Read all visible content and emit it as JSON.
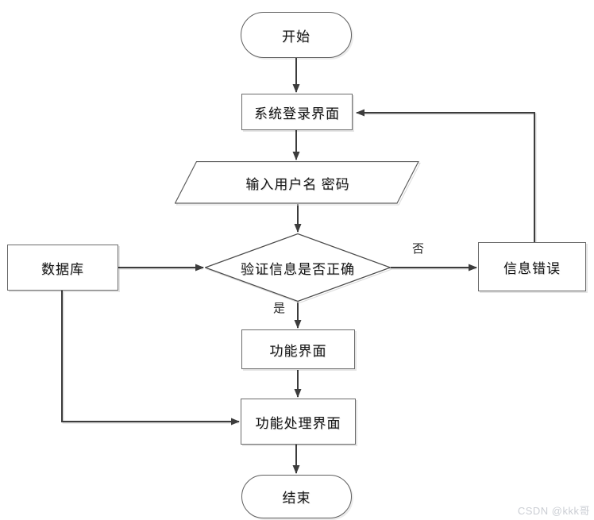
{
  "diagram": {
    "nodes": {
      "start": {
        "label": "开始",
        "shape": "terminator"
      },
      "login": {
        "label": "系统登录界面",
        "shape": "process"
      },
      "input": {
        "label": "输入用户名 密码",
        "shape": "data-parallelogram"
      },
      "decision": {
        "label": "验证信息是否正确",
        "shape": "decision-diamond"
      },
      "database": {
        "label": "数据库",
        "shape": "process"
      },
      "error": {
        "label": "信息错误",
        "shape": "process"
      },
      "function_ui": {
        "label": "功能界面",
        "shape": "process"
      },
      "function_process": {
        "label": "功能处理界面",
        "shape": "process"
      },
      "end": {
        "label": "结束",
        "shape": "terminator"
      }
    },
    "edge_labels": {
      "yes": "是",
      "no": "否"
    },
    "colors": {
      "line": "#3c3c3c",
      "node_border": "#6b6b6b",
      "text": "#141414",
      "background": "#ffffff",
      "watermark": "#cbced4"
    }
  },
  "watermark": {
    "text": "CSDN @kkk哥"
  }
}
